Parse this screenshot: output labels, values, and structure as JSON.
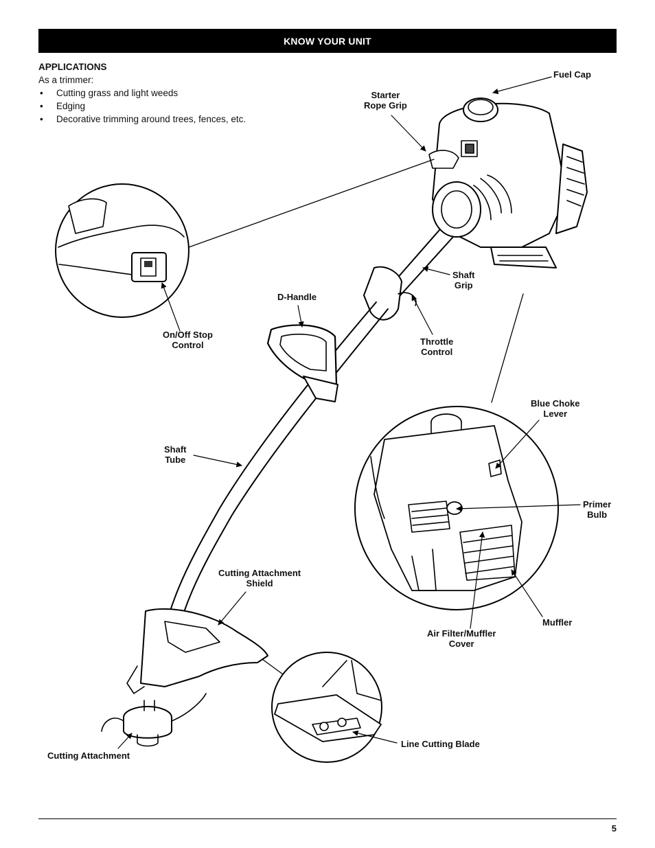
{
  "header": {
    "title": "KNOW YOUR UNIT"
  },
  "applications": {
    "heading": "APPLICATIONS",
    "intro": "As a trimmer:",
    "items": [
      "Cutting grass and light weeds",
      "Edging",
      "Decorative trimming around trees, fences, etc."
    ]
  },
  "labels": {
    "fuel_cap": "Fuel Cap",
    "starter_rope_grip": [
      "Starter",
      "Rope Grip"
    ],
    "shaft_grip": [
      "Shaft",
      "Grip"
    ],
    "d_handle": "D-Handle",
    "on_off": [
      "On/Off Stop",
      "Control"
    ],
    "throttle": [
      "Throttle",
      "Control"
    ],
    "blue_choke": [
      "Blue Choke",
      "Lever"
    ],
    "shaft_tube": [
      "Shaft",
      "Tube"
    ],
    "primer_bulb": [
      "Primer",
      "Bulb"
    ],
    "shield": [
      "Cutting Attachment",
      "Shield"
    ],
    "muffler": "Muffler",
    "air_filter": [
      "Air Filter/Muffler",
      "Cover"
    ],
    "line_blade": "Line Cutting Blade",
    "cutting_attachment": "Cutting Attachment"
  },
  "footer": {
    "page_number": "5"
  }
}
